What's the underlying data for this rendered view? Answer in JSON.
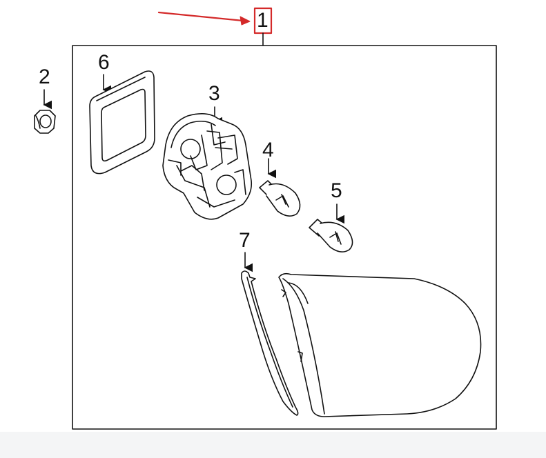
{
  "diagram": {
    "accent_color": "#d42a2a",
    "callouts": {
      "c1": "1",
      "c2": "2",
      "c3": "3",
      "c4": "4",
      "c5": "5",
      "c6": "6",
      "c7": "7"
    },
    "parts": [
      {
        "id": "2",
        "icon": "nut-icon"
      },
      {
        "id": "6",
        "icon": "gasket-icon"
      },
      {
        "id": "3",
        "icon": "bulb-socket-housing-icon"
      },
      {
        "id": "4",
        "icon": "bulb-icon"
      },
      {
        "id": "5",
        "icon": "bulb-icon"
      },
      {
        "id": "7",
        "icon": "seal-strip-icon"
      },
      {
        "id": "lamp",
        "icon": "tail-lamp-lens-icon"
      }
    ]
  }
}
